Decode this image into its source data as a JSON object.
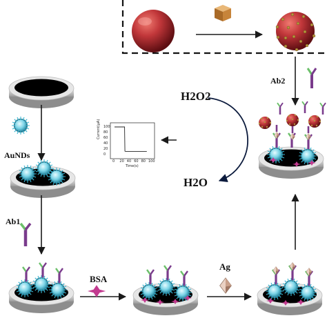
{
  "labels": {
    "h2o2": "H2O2",
    "h2o": "H2O",
    "aunds": "AuNDs",
    "ab1": "Ab1",
    "ab2": "Ab2",
    "bsa": "BSA",
    "ag": "Ag"
  },
  "chart_data": {
    "type": "line",
    "xlabel": "Time(s)",
    "ylabel": "Current(µA)",
    "x_ticks": [
      "0",
      "20",
      "40",
      "60",
      "80",
      "100"
    ],
    "y_ticks": [
      "100",
      "80",
      "60",
      "40",
      "20",
      "0"
    ],
    "xlim": [
      0,
      100
    ],
    "ylim": [
      0,
      100
    ],
    "series": [
      {
        "x": [
          0,
          28,
          29,
          32,
          90
        ],
        "y": [
          100,
          100,
          12,
          11,
          11
        ]
      }
    ]
  },
  "colors": {
    "gold_core": "#ad2a30",
    "aunds": "#5fc6dc",
    "ab1": "#7a3b8c",
    "bsa": "#b02f7d",
    "ag": "#e4b79a",
    "electrode": "#000000",
    "platform": "#dcdcdc"
  },
  "icons": [
    "gold-sphere-icon",
    "cube-icon",
    "decorated-sphere-icon",
    "electrode-icon",
    "aunds-icon",
    "antibody-icon",
    "bsa-icon",
    "ag-octahedron-icon"
  ]
}
